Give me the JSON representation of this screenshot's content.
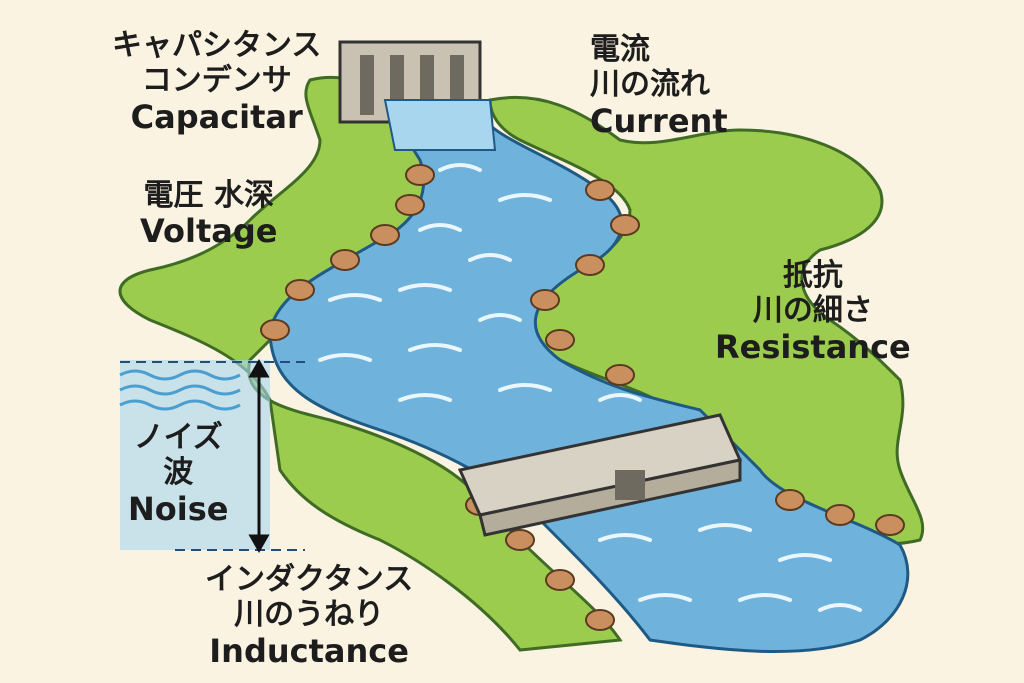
{
  "labels": {
    "capacitance": {
      "jp1": "キャパシタンス",
      "jp2": "コンデンサ",
      "en": "Capacitar"
    },
    "current": {
      "jp1": "電流",
      "jp2": "川の流れ",
      "en": "Current"
    },
    "voltage": {
      "jp1": "電圧 水深",
      "en": "Voltage"
    },
    "resistance": {
      "jp1": "抵抗",
      "jp2": "川の細さ",
      "en": "Resistance"
    },
    "noise": {
      "jp1": "ノイズ",
      "jp2": "波",
      "en": "Noise"
    },
    "inductance": {
      "jp1": "インダクタンス",
      "jp2": "川のうねり",
      "en": "Inductance"
    }
  },
  "colors": {
    "background": "#fbf3e1",
    "water": "#6fb3dc",
    "water_light": "#a9d6ef",
    "grass": "#9ccc4e",
    "rock": "#c98f5e",
    "concrete": "#c9c2b3"
  }
}
